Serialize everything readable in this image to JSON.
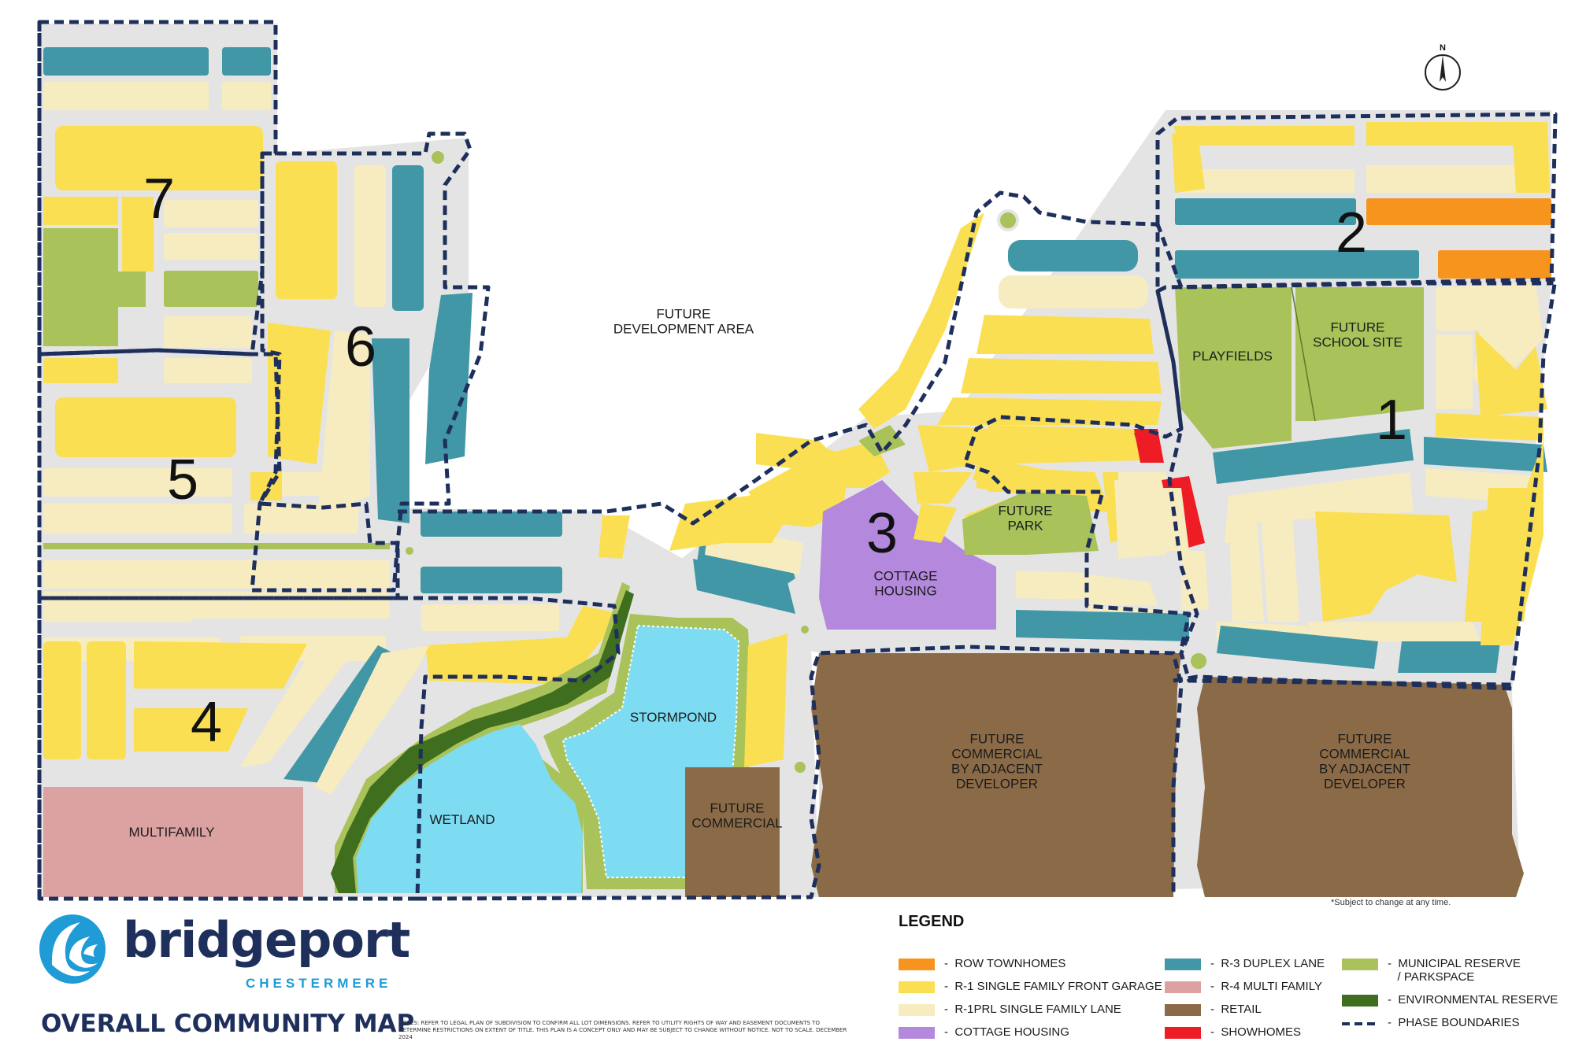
{
  "map": {
    "labels": {
      "future_development": "FUTURE\nDEVELOPMENT AREA",
      "playfields": "PLAYFIELDS",
      "future_school": "FUTURE\nSCHOOL SITE",
      "future_park": "FUTURE\nPARK",
      "cottage_housing": "COTTAGE\nHOUSING",
      "stormpond": "STORMPOND",
      "wetland": "WETLAND",
      "multifamily": "MULTIFAMILY",
      "future_commercial": "FUTURE\nCOMMERCIAL",
      "future_commercial_adjacent_1": "FUTURE\nCOMMERCIAL\nBY ADJACENT\nDEVELOPER",
      "future_commercial_adjacent_2": "FUTURE\nCOMMERCIAL\nBY ADJACENT\nDEVELOPER"
    },
    "phases": [
      "1",
      "2",
      "3",
      "4",
      "5",
      "6",
      "7"
    ],
    "north_label": "N",
    "subject_note": "*Subject to change at any time."
  },
  "colors": {
    "row_townhomes": "#f7941d",
    "r1_front_garage": "#fbdf52",
    "r1prl_lane": "#f7ecbf",
    "cottage_housing": "#b388dd",
    "r3_duplex": "#4197a5",
    "r4_multi": "#dca2a2",
    "retail": "#8b6b47",
    "showhomes": "#ee1c24",
    "municipal_reserve": "#a9c25a",
    "environmental_reserve": "#3f6e1e",
    "water": "#7ddcf2",
    "road": "#e4e4e4",
    "phase_boundary": "#1e2f5c"
  },
  "brand": {
    "name": "bridgeport",
    "subtitle": "CHESTERMERE",
    "logo_icon": "bridgeport-wave-logo",
    "map_title": "OVERALL COMMUNITY MAP",
    "notes": "NOTES: REFER TO LEGAL PLAN OF SUBDIVISION TO CONFIRM ALL LOT DIMENSIONS. REFER TO UTILITY RIGHTS OF WAY AND EASEMENT DOCUMENTS TO DETERMINE RESTRICTIONS ON EXTENT OF TITLE. THIS PLAN IS A CONCEPT ONLY AND MAY BE SUBJECT TO CHANGE WITHOUT NOTICE. NOT TO SCALE. DECEMBER 2024"
  },
  "legend": {
    "title": "LEGEND",
    "items": [
      {
        "label": "-  ROW TOWNHOMES",
        "color": "#f7941d",
        "kind": "fill"
      },
      {
        "label": "-  R-1 SINGLE FAMILY FRONT GARAGE",
        "color": "#fbdf52",
        "kind": "fill"
      },
      {
        "label": "-  R-1PRL SINGLE FAMILY LANE",
        "color": "#f7ecbf",
        "kind": "fill"
      },
      {
        "label": "-  COTTAGE HOUSING",
        "color": "#b388dd",
        "kind": "fill"
      },
      {
        "label": "-  R-3 DUPLEX LANE",
        "color": "#4197a5",
        "kind": "fill"
      },
      {
        "label": "-  R-4 MULTI FAMILY",
        "color": "#dca2a2",
        "kind": "fill"
      },
      {
        "label": "-  RETAIL",
        "color": "#8b6b47",
        "kind": "fill"
      },
      {
        "label": "-  SHOWHOMES",
        "color": "#ee1c24",
        "kind": "fill"
      },
      {
        "label": "-  MUNICIPAL RESERVE\n   / PARKSPACE",
        "color": "#a9c25a",
        "kind": "fill"
      },
      {
        "label": "-  ENVIRONMENTAL RESERVE",
        "color": "#3f6e1e",
        "kind": "fill"
      },
      {
        "label": "-  PHASE BOUNDARIES",
        "color": "#1e2f5c",
        "kind": "dash"
      }
    ]
  }
}
